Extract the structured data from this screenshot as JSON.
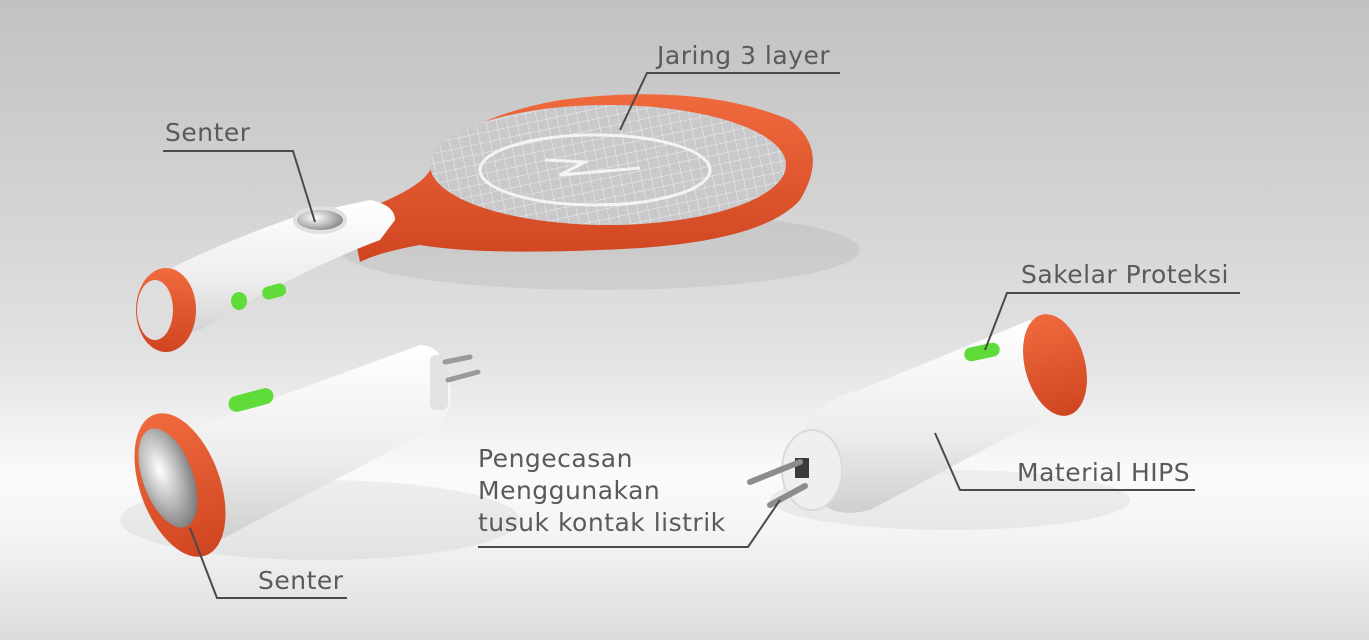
{
  "colors": {
    "orange": "#e8552e",
    "green": "#5fdc3a",
    "body_white": "#f2f2f2",
    "leader_line": "#4a4a4a",
    "label_text": "#5a5a5a"
  },
  "labels": {
    "net": "Jaring 3 layer",
    "racket_light": "Senter",
    "protection_switch": "Sakelar Proteksi",
    "charging_line1": "Pengecasan",
    "charging_line2": "Menggunakan",
    "charging_line3": "tusuk kontak listrik",
    "material": "Material HIPS",
    "flashlight": "Senter"
  }
}
